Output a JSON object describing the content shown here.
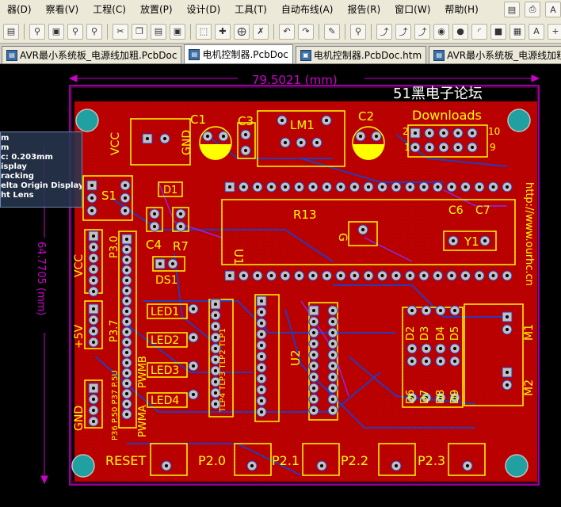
{
  "menu": [
    "器(D)",
    "察看(V)",
    "工程(C)",
    "放置(P)",
    "设计(D)",
    "工具(T)",
    "自动布线(A)",
    "报告(R)",
    "窗口(W)",
    "帮助(H)"
  ],
  "tabs": [
    {
      "label": "AVR最小系统板_电源线加粗.PcbDoc",
      "icon": "pcb"
    },
    {
      "label": "电机控制器.PcbDoc",
      "icon": "pcb"
    },
    {
      "label": "电机控制器.PcbDoc.htm",
      "icon": "html"
    },
    {
      "label": "AVR最小系统板_电源线加粗.PcbDoc",
      "icon": "pcb"
    }
  ],
  "hud": [
    "m",
    "m",
    "c: 0.203mm",
    "isplay",
    "racking",
    "elta Origin Display",
    "ht Lens"
  ],
  "dims": {
    "width": "79.5021 (mm)",
    "height": "64.7705 (mm)"
  },
  "pcb": {
    "forum": "51黑电子论坛",
    "url": "http://www.ourhc.cn",
    "labels": {
      "vcc1": "VCC",
      "gnd1": "GND",
      "c1": "C1",
      "c2": "C2",
      "c3": "C3",
      "lm1": "LM1",
      "downloads": "Downloads",
      "dl2": "2",
      "dl10": "10",
      "dl1": "1",
      "dl9": "9",
      "s1": "S1",
      "d1": "D1",
      "r13": "R13",
      "c6": "C6",
      "c7": "C7",
      "y1": "Y1",
      "c4": "C4",
      "r7": "R7",
      "u1": "U1",
      "g": "G",
      "ds1": "DS1",
      "p30": "P3.0",
      "vcc2": "VCC",
      "p37": "P3.7",
      "plus5v": "+5V",
      "gnd2": "GND",
      "p36p50": "P36 P.50 P37 P.5U",
      "led1": "LED1",
      "led2": "LED2",
      "led3": "LED3",
      "led4": "LED4",
      "pwmb": "PWMB",
      "pwma": "PWMA",
      "tlp": "TLP4 TLP3 TLP2 TLP1",
      "u2": "U2",
      "d2": "D2",
      "d3": "D3",
      "d4": "D4",
      "d5": "D5",
      "d6": "D6",
      "d7": "D7",
      "d8": "D8",
      "d9": "D9",
      "m1": "M1",
      "m2": "M2",
      "reset": "RESET",
      "p20": "P2.0",
      "p21": "P2.1",
      "p22": "P2.2",
      "p23": "P2.3"
    }
  },
  "colors": {
    "board": "#c80000",
    "silk": "#ffff00",
    "mech": "#cc00cc",
    "track_blue": "#2a3ab8",
    "pad": "#c0c0c0"
  }
}
